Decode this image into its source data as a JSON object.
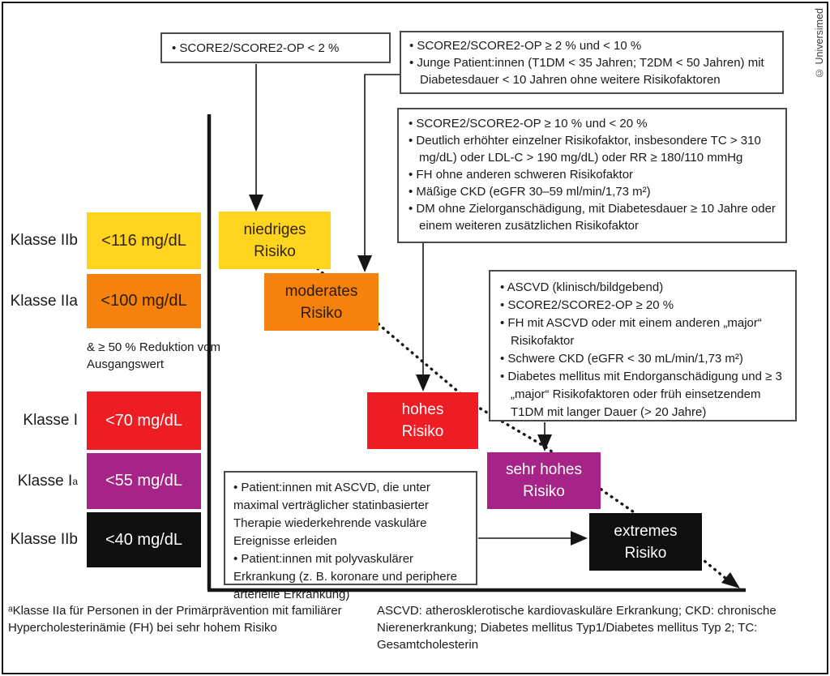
{
  "copyright": "© Universimed",
  "criteria_boxes": [
    {
      "name": "low-risk",
      "items": [
        "SCORE2/SCORE2-OP < 2 %"
      ]
    },
    {
      "name": "moderate-risk",
      "items": [
        "SCORE2/SCORE2-OP ≥ 2 % und < 10 %",
        "Junge Patient:innen (T1DM < 35 Jahren; T2DM < 50 Jahren) mit Diabetesdauer < 10 Jahren ohne weitere Risikofaktoren"
      ]
    },
    {
      "name": "high-risk",
      "items": [
        "SCORE2/SCORE2-OP ≥ 10 % und < 20 %",
        "Deutlich erhöhter einzelner Risikofaktor, insbesondere TC > 310 mg/dL) oder LDL-C > 190 mg/dL) oder RR ≥ 180/110 mmHg",
        "FH ohne anderen schweren Risikofaktor",
        "Mäßige CKD (eGFR 30–59 ml/min/1,73 m²)",
        "DM ohne Zielorganschädigung, mit Diabetesdauer ≥ 10 Jahre oder einem weiteren zusätzlichen Risikofaktor"
      ]
    },
    {
      "name": "very-high-risk",
      "items": [
        "ASCVD (klinisch/bildgebend)",
        "SCORE2/SCORE2-OP ≥ 20 %",
        "FH mit ASCVD oder mit einem anderen „major“ Risikofaktor",
        "Schwere CKD (eGFR < 30 mL/min/1,73 m²)",
        "Diabetes mellitus mit Endorganschädigung und ≥ 3 „major“ Risikofaktoren oder früh einsetzendem T1DM mit langer Dauer (> 20 Jahre)"
      ]
    },
    {
      "name": "extreme-risk",
      "items": [
        "Patient:innen mit ASCVD, die unter maximal verträglicher statinbasierter Therapie wiederkehrende vaskuläre Ereignisse erleiden",
        "Patient:innen mit polyvaskulärer Erkrankung (z. B. koronare und periphere arterielle Erkrankung)"
      ]
    }
  ],
  "ldl_targets": [
    {
      "class_label": "Klasse IIb",
      "sup": "",
      "value": "<116 mg/dL",
      "color": "#ffd41e",
      "text_color": "#33250a"
    },
    {
      "class_label": "Klasse IIa",
      "sup": "",
      "value": "<100 mg/dL",
      "color": "#f5820d",
      "text_color": "#2e1a00"
    },
    {
      "class_label": "Klasse I",
      "sup": "",
      "value": "<70 mg/dL",
      "color": "#ee1c23",
      "text_color": "#ffffff"
    },
    {
      "class_label": "Klasse I",
      "sup": "a",
      "value": "<55 mg/dL",
      "color": "#a62387",
      "text_color": "#ffffff"
    },
    {
      "class_label": "Klasse IIb",
      "sup": "",
      "value": "<40 mg/dL",
      "color": "#0f0f0f",
      "text_color": "#ffffff"
    }
  ],
  "reduction_note": "& ≥ 50 % Reduktion vom Ausgangswert",
  "risk_steps": [
    {
      "line1": "niedriges",
      "line2": "Risiko",
      "color": "#ffd41e",
      "text_color": "#33250a"
    },
    {
      "line1": "moderates",
      "line2": "Risiko",
      "color": "#f5820d",
      "text_color": "#2e1a00"
    },
    {
      "line1": "hohes",
      "line2": "Risiko",
      "color": "#ee1c23",
      "text_color": "#ffffff"
    },
    {
      "line1": "sehr hohes",
      "line2": "Risiko",
      "color": "#a62387",
      "text_color": "#ffffff"
    },
    {
      "line1": "extremes",
      "line2": "Risiko",
      "color": "#0f0f0f",
      "text_color": "#ffffff"
    }
  ],
  "footnotes": {
    "left": "ᵃKlasse IIa für Personen in der Primärprävention mit familiärer Hypercholesterinämie (FH) bei sehr hohem Risiko",
    "right": "ASCVD: atherosklerotische kardiovaskuläre Erkrankung; CKD: chronische Nierenerkrankung; Diabetes mellitus Typ1/Diabetes mellitus Typ 2; TC: Gesamtcholesterin"
  }
}
